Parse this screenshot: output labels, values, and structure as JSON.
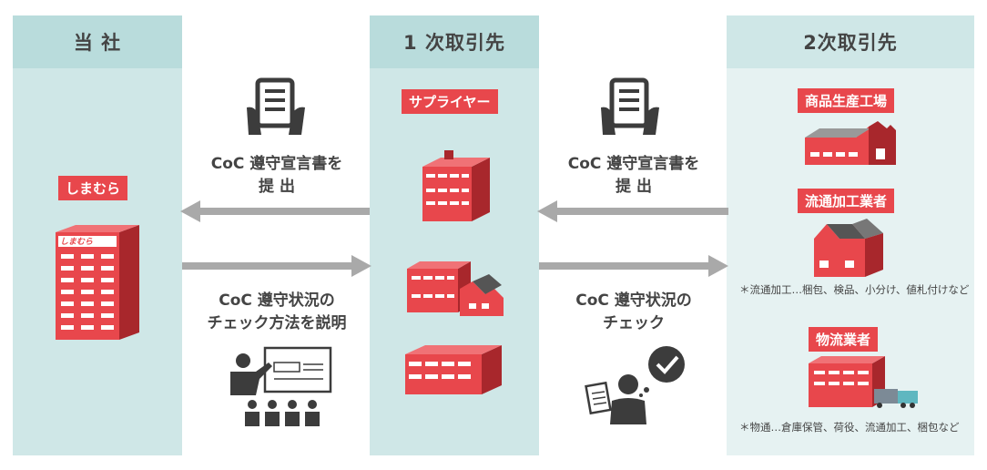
{
  "columns": {
    "company": {
      "title": "当 社"
    },
    "tier1": {
      "title": "1 次取引先"
    },
    "tier2": {
      "title": "2次取引先"
    }
  },
  "labels": {
    "shimamura": "しまむら",
    "building_logo": "しまむら",
    "supplier": "サプライヤー",
    "factory": "商品生産工場",
    "processor": "流通加工業者",
    "logistics": "物流業者"
  },
  "arrows": {
    "submit_left": "CoC 遵守宣言書を\n提 出",
    "explain_right": "CoC 遵守状況の\nチェック方法を説明",
    "submit_right": "CoC 遵守宣言書を\n提 出",
    "check_right": "CoC 遵守状況の\nチェック"
  },
  "notes": {
    "processor": "＊流通加工…梱包、検品、小分け、値札付けなど",
    "logistics": "＊物通…倉庫保管、荷役、流通加工、梱包など"
  },
  "colors": {
    "header_bg": "#b9dcdc",
    "body_bg": "#cfe7e7",
    "brand_red": "#e8474c",
    "dark_gray": "#3c3c3c",
    "arrow_gray": "#a9a9a9"
  }
}
